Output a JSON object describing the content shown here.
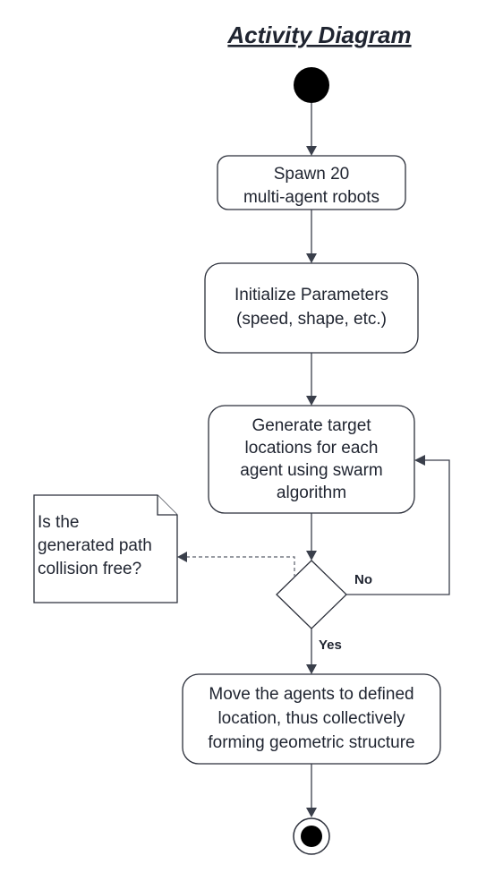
{
  "title": "Activity Diagram",
  "nodes": {
    "spawn": [
      "Spawn 20",
      "multi-agent robots"
    ],
    "init": [
      "Initialize Parameters",
      "(speed, shape, etc.)"
    ],
    "generate": [
      "Generate target",
      "locations for each",
      "agent using swarm",
      "algorithm"
    ],
    "note": [
      "Is the",
      "generated path",
      "collision free?"
    ],
    "move": [
      "Move the agents to defined",
      "location, thus collectively",
      "forming geometric structure"
    ]
  },
  "edges": {
    "no_label": "No",
    "yes_label": "Yes"
  },
  "colors": {
    "line": "#3a3f4b",
    "node_fill": "#ffffff",
    "initial_node": "#000000"
  }
}
